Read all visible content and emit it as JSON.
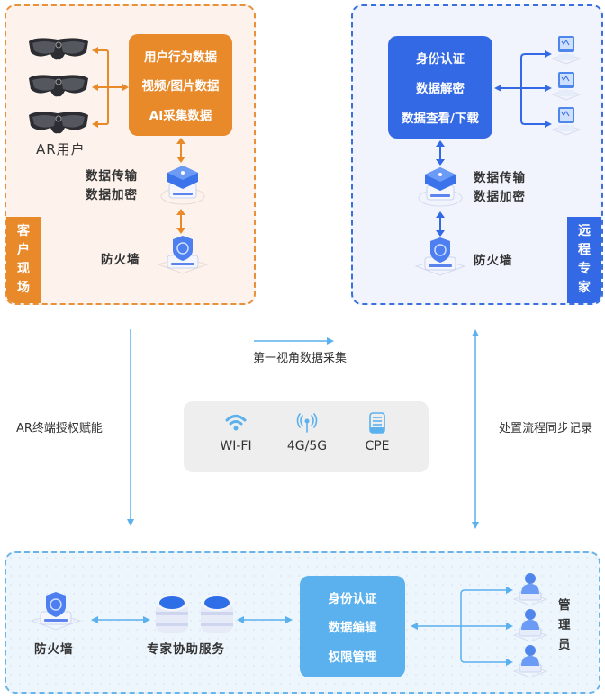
{
  "customer_site": {
    "tag": [
      "客",
      "户",
      "现",
      "场"
    ],
    "ar_users_label": "AR用户",
    "data_box": [
      "用户行为数据",
      "视频/图片数据",
      "AI采集数据"
    ],
    "transmission": [
      "数据传输",
      "数据加密"
    ],
    "firewall": "防火墙"
  },
  "remote_expert": {
    "tag": [
      "远",
      "程",
      "专",
      "家"
    ],
    "data_box": [
      "身份认证",
      "数据解密",
      "数据查看/下载"
    ],
    "transmission": [
      "数据传输",
      "数据加密"
    ],
    "firewall": "防火墙"
  },
  "middle": {
    "left_flow": "AR终端授权赋能",
    "top_flow": "第一视角数据采集",
    "right_flow": "处置流程同步记录",
    "network": [
      {
        "icon": "wifi-icon",
        "label": "WI-FI"
      },
      {
        "icon": "antenna-icon",
        "label": "4G/5G"
      },
      {
        "icon": "cpe-icon",
        "label": "CPE"
      }
    ]
  },
  "platform": {
    "firewall": "防火墙",
    "service": "专家协助服务",
    "data_box": [
      "身份认证",
      "数据编辑",
      "权限管理"
    ],
    "admin": [
      "管",
      "理",
      "员"
    ]
  },
  "colors": {
    "orange": "#e8892a",
    "blue": "#3369e4",
    "light_blue": "#5ab1ee"
  }
}
